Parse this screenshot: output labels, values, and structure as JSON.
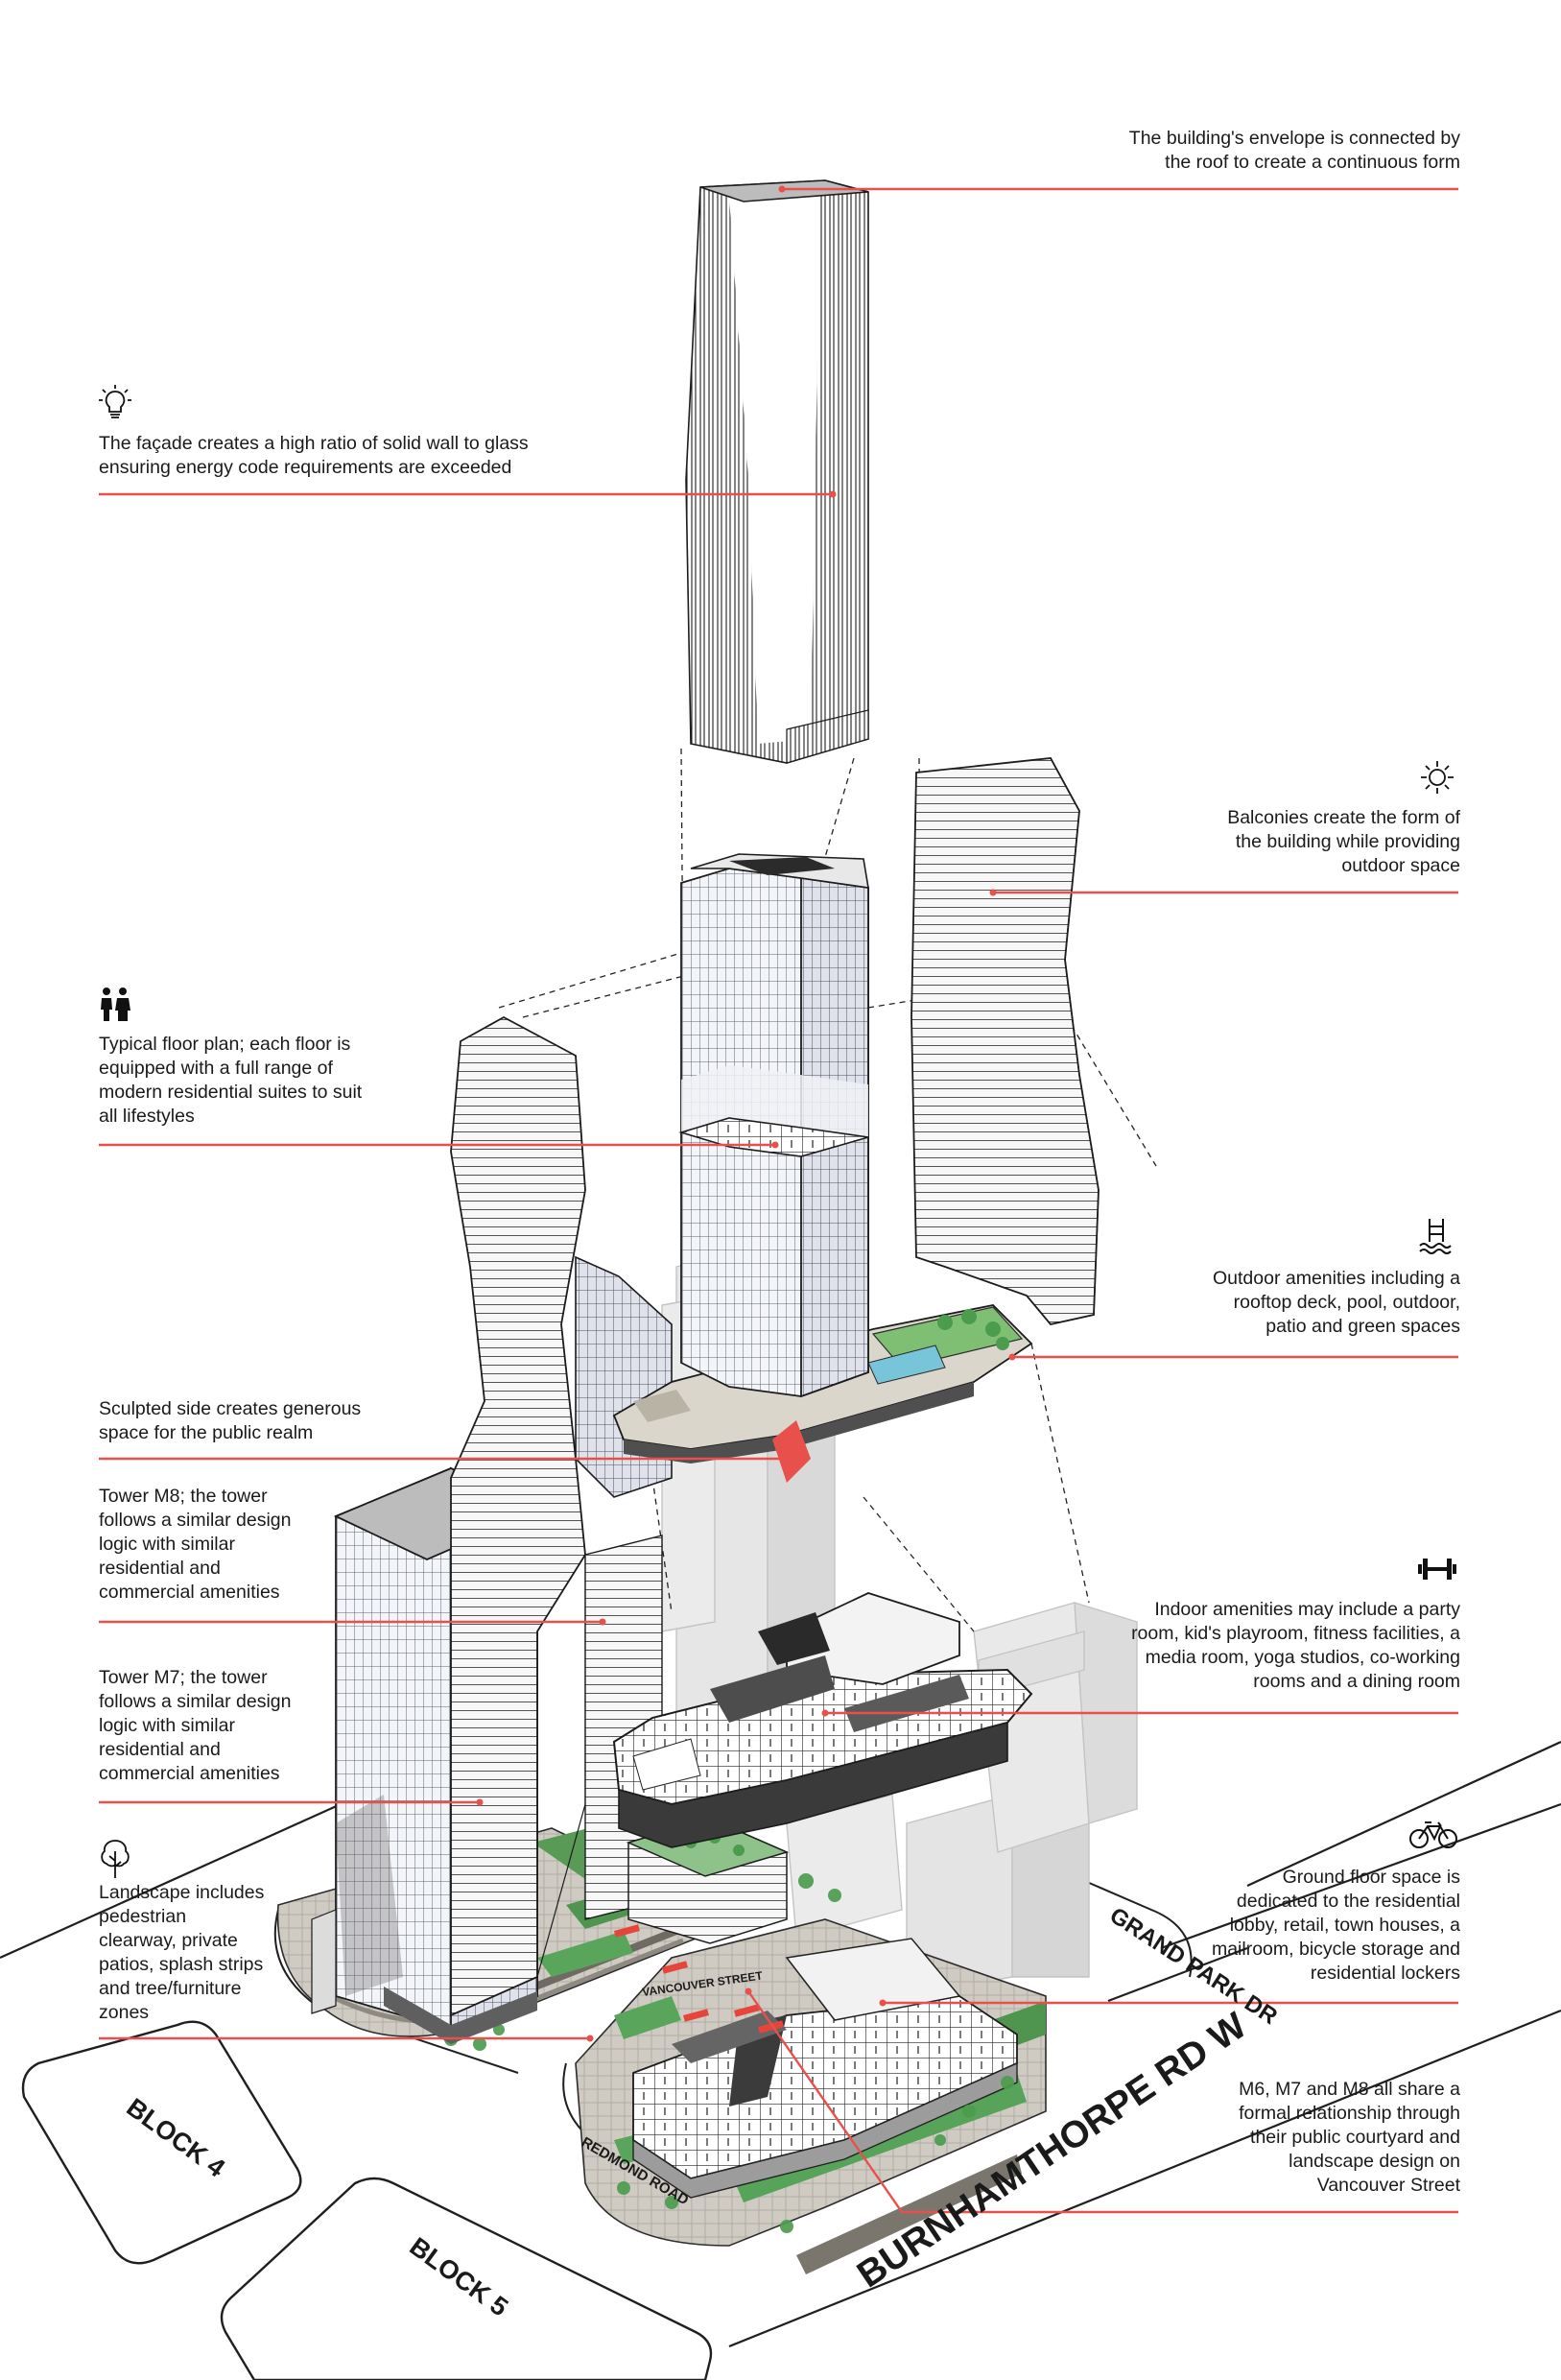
{
  "annotations": [
    {
      "id": "roof-envelope",
      "side": "right",
      "icon": "",
      "lines": [
        "The building's envelope is connected by",
        "the roof to create a continuous form"
      ]
    },
    {
      "id": "facade-ratio",
      "side": "left",
      "icon": "lightbulb-icon",
      "lines": [
        "The façade creates a high ratio of solid wall to glass",
        "ensuring energy code requirements are exceeded"
      ]
    },
    {
      "id": "balconies",
      "side": "right",
      "icon": "sun-icon",
      "lines": [
        "Balconies create the form of",
        "the building while providing",
        "outdoor space"
      ]
    },
    {
      "id": "floor-plan",
      "side": "left",
      "icon": "family-icon",
      "lines": [
        "Typical floor plan; each floor is",
        "equipped with a full range of",
        "modern residential suites to suit",
        "all lifestyles"
      ]
    },
    {
      "id": "outdoor-amenities",
      "side": "right",
      "icon": "pool-icon",
      "lines": [
        "Outdoor amenities including a",
        "rooftop deck, pool, outdoor,",
        "patio and green spaces"
      ]
    },
    {
      "id": "sculpted-side",
      "side": "left",
      "icon": "",
      "lines": [
        "Sculpted side creates generous",
        "space for the public realm"
      ]
    },
    {
      "id": "tower-m8",
      "side": "left",
      "icon": "",
      "lines": [
        "Tower M8; the tower",
        "follows a similar design",
        "logic with similar",
        "residential and",
        "commercial amenities"
      ]
    },
    {
      "id": "indoor-amenities",
      "side": "right",
      "icon": "dumbbell-icon",
      "lines": [
        "Indoor amenities may include a party",
        "room, kid's playroom, fitness facilities, a",
        "media room, yoga studios, co-working",
        "rooms and a dining room"
      ]
    },
    {
      "id": "tower-m7",
      "side": "left",
      "icon": "",
      "lines": [
        "Tower M7; the tower",
        "follows a similar design",
        "logic with similar",
        "residential and",
        "commercial amenities"
      ]
    },
    {
      "id": "ground-floor",
      "side": "right",
      "icon": "bicycle-icon",
      "lines": [
        "Ground floor space is",
        "dedicated to the residential",
        "lobby, retail, town houses, a",
        "mailroom, bicycle storage and",
        "residential lockers"
      ]
    },
    {
      "id": "landscape",
      "side": "left",
      "icon": "tree-icon",
      "lines": [
        "Landscape includes",
        "pedestrian",
        "clearway, private",
        "patios, splash strips",
        "and tree/furniture",
        "zones"
      ]
    },
    {
      "id": "courtyard",
      "side": "right",
      "icon": "",
      "lines": [
        "M6, M7 and M8 all share a",
        "formal relationship through",
        "their public courtyard and",
        "landscape design on",
        "Vancouver Street"
      ]
    }
  ],
  "streets": {
    "grand_park": "GRAND PARK DR",
    "burnhamthorpe": "BURNHAMTHORPE RD W",
    "vancouver": "VANCOUVER STREET",
    "redmond": "REDMOND ROAD"
  },
  "blocks": [
    "BLOCK 4",
    "BLOCK 5"
  ],
  "colors": {
    "leader": "#e8514b",
    "landscape_green": "#3c9a47",
    "plaza": "#6f6b63",
    "ghost_building": "#e2e2e2"
  }
}
